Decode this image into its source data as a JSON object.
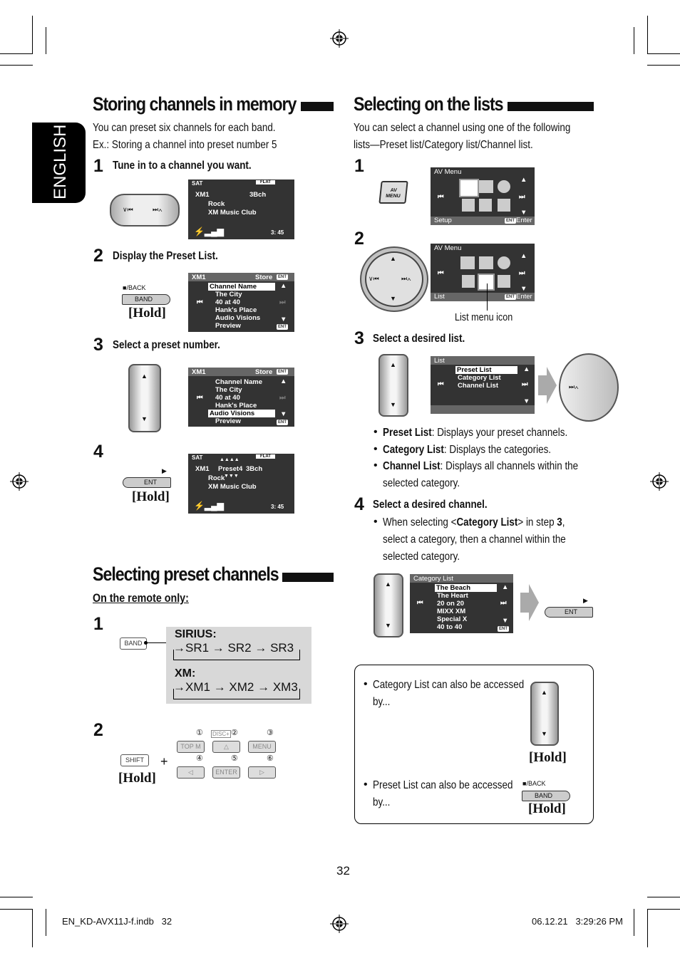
{
  "side_tab": "ENGLISH",
  "storing": {
    "title": "Storing channels in memory",
    "intro1": "You can preset six channels for each band.",
    "intro2": "Ex.:  Storing a channel into preset number 5",
    "step1": "Tune in to a channel you want.",
    "step2": "Display the Preset List.",
    "step3": "Select a preset number.",
    "lcd1": {
      "band": "SAT",
      "mode": "FLAT",
      "channel": "XM1",
      "bch": "3Bch",
      "line1": "Rock",
      "line2": "XM Music Club",
      "clock": "3: 45"
    },
    "lcd_list": {
      "band": "XM1",
      "store": "Store",
      "ent": "ENT",
      "items": [
        "Channel Name",
        "The City",
        "40 at 40",
        "Hank's Place",
        "Audio Visions",
        "Preview"
      ]
    },
    "lcd4": {
      "band": "SAT",
      "mode": "FLAT",
      "channel": "XM1",
      "preset": "Preset4",
      "bch": "3Bch",
      "line1": "Rock",
      "line2": "XM Music Club",
      "clock": "3: 45"
    },
    "back_label": "/BACK",
    "band_label": "BAND",
    "ent_label": "ENT",
    "hold": "[Hold]"
  },
  "preset": {
    "title": "Selecting preset channels",
    "remote": "On the remote only:",
    "band_btn": "BAND",
    "sirius_label": "SIRIUS:",
    "sirius": [
      "SR1",
      "SR2",
      "SR3"
    ],
    "xm_label": "XM:",
    "xm": [
      "XM1",
      "XM2",
      "XM3"
    ],
    "shift": "SHIFT",
    "hold": "[Hold]",
    "plus": "+",
    "remote_btns": [
      "TOP M",
      "DISC+",
      "MENU",
      "ENTER"
    ],
    "nums": [
      "①",
      "②",
      "③",
      "④",
      "⑤",
      "⑥"
    ]
  },
  "lists": {
    "title": "Selecting on the lists",
    "intro1": "You can select a channel using one of the following",
    "intro2": "lists—Preset list/Category list/Channel list.",
    "av_btn": [
      "AV",
      "MENU"
    ],
    "av_menu": "AV Menu",
    "setup": "Setup",
    "list": "List",
    "enter": "Enter",
    "ent": "ENT",
    "list_icon_caption": "List menu icon",
    "step3": "Select a desired list.",
    "list_lcd": {
      "title": "List",
      "items": [
        "Preset List",
        "Category List",
        "Channel List"
      ]
    },
    "bullets": [
      {
        "term": "Preset List",
        "desc": ": Displays your preset channels."
      },
      {
        "term": "Category List",
        "desc": ": Displays the categories."
      },
      {
        "term": "Channel List",
        "desc": ": Displays all channels within the"
      }
    ],
    "bullet_cont": "selected category.",
    "step4": "Select a desired channel.",
    "step4_a": "When selecting <",
    "step4_term": "Category List",
    "step4_b": "> in step ",
    "step4_num": "3",
    "step4_c": ",",
    "step4_l2": "select a category, then a channel within the",
    "step4_l3": "selected category.",
    "cat_lcd": {
      "title": "Category List",
      "items": [
        "The Beach",
        "The Heart",
        "20 on 20",
        "MIXX XM",
        "Special X",
        "40 to 40"
      ]
    },
    "ent_label": "ENT"
  },
  "note": {
    "b1a": "Category List can also be accessed",
    "b1b": "by...",
    "b2a": "Preset List can also be accessed",
    "b2b": "by...",
    "hold": "[Hold]",
    "back_label": "/BACK",
    "band_label": "BAND"
  },
  "page_number": "32",
  "footer": {
    "file": "EN_KD-AVX11J-f.indb   32",
    "date": "06.12.21   3:29:26 PM"
  }
}
